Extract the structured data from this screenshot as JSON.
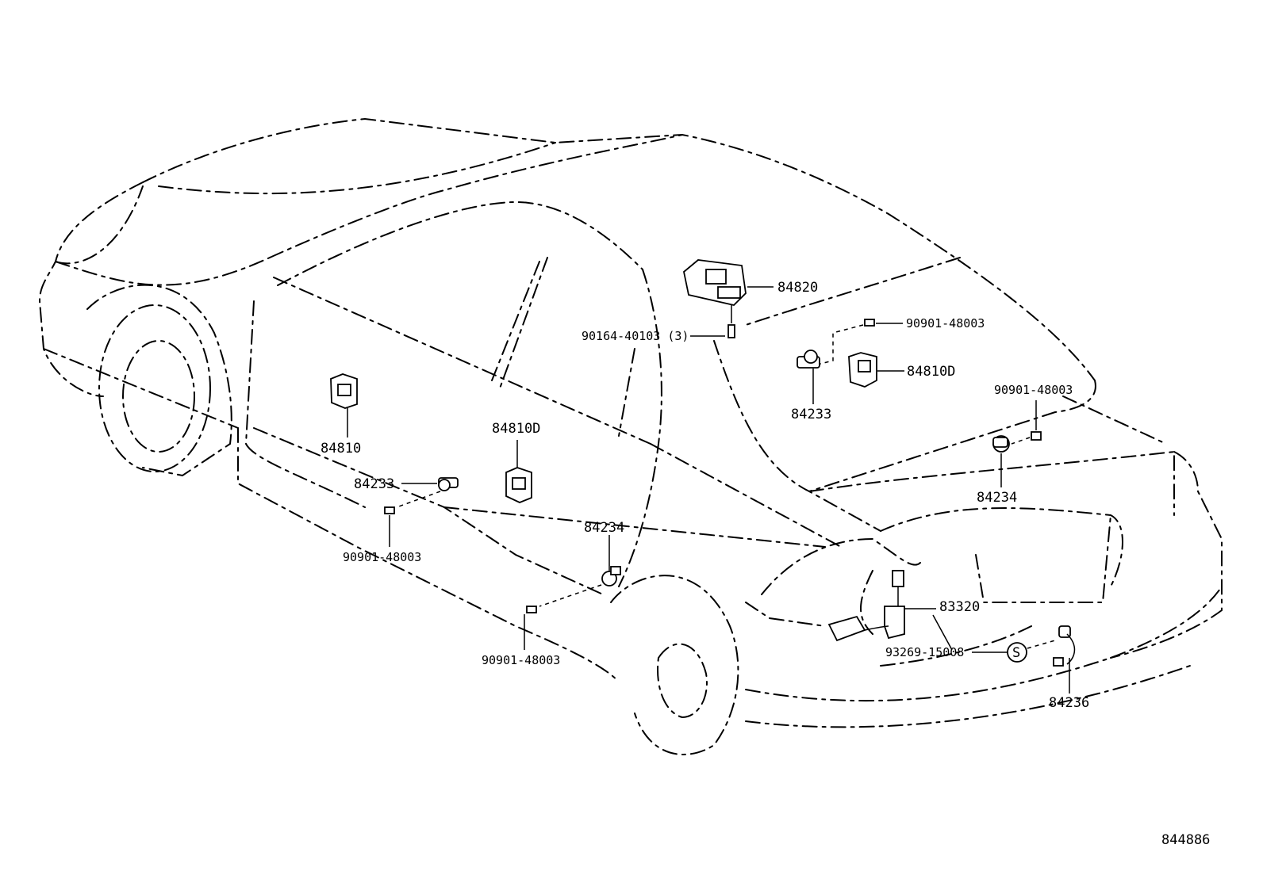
{
  "figure_id": "844886",
  "parts": {
    "p84820": "84820",
    "p90164": "90164-40103 (3)",
    "p90901_top": "90901-48003",
    "p84810D_right": "84810D",
    "p84233_right": "84233",
    "p90901_right": "90901-48003",
    "p84234_right": "84234",
    "p84810": "84810",
    "p84810D_center": "84810D",
    "p84233_left": "84233",
    "p90901_left": "90901-48003",
    "p84234_center": "84234",
    "p90901_bottom": "90901-48003",
    "p83320": "83320",
    "p93269": "93269-15008",
    "s_mark": "S",
    "p84236": "84236"
  }
}
